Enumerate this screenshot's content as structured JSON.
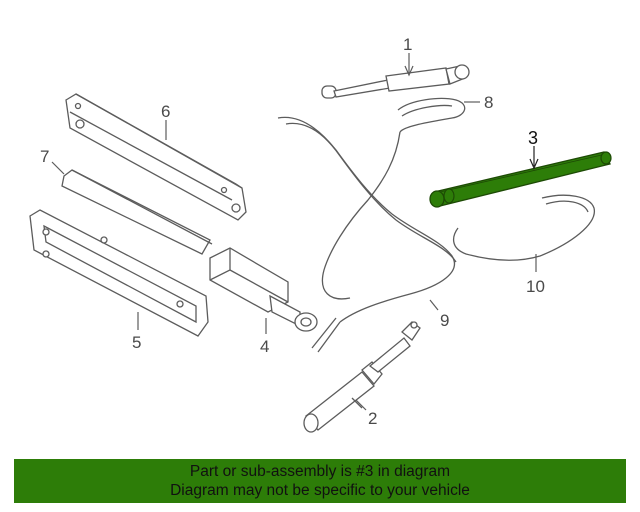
{
  "callouts": {
    "c1": "1",
    "c2": "2",
    "c3": "3",
    "c4": "4",
    "c5": "5",
    "c6": "6",
    "c7": "7",
    "c8": "8",
    "c9": "9",
    "c10": "10"
  },
  "highlighted_part": "3",
  "colors": {
    "highlight": "#2d7d08",
    "line": "#5c5c5c",
    "banner_bg": "#2d7d08"
  },
  "banner": {
    "line1": "Part or sub-assembly is #3 in diagram",
    "line2": "Diagram may not be specific to your vehicle"
  }
}
